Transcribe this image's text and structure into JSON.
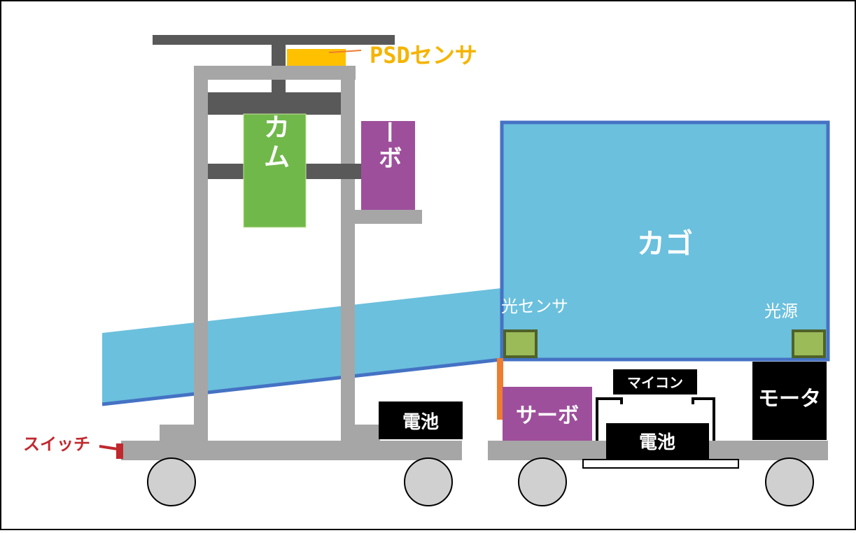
{
  "labels": {
    "psd_sensor": "PSDセンサ",
    "cam": "カム",
    "servo_top": "サーボ",
    "basket": "カゴ",
    "light_sensor": "光センサ",
    "light_source": "光源",
    "battery_left": "電池",
    "battery_right": "電池",
    "servo_bottom": "サーボ",
    "microcontroller": "マイコン",
    "motor": "モータ",
    "switch": "スイッチ"
  },
  "colors": {
    "frame_gray": "#a6a6a6",
    "dark_gray": "#595959",
    "psd_yellow": "#ffc000",
    "psd_text": "#f5b400",
    "cam_green": "#70b84a",
    "servo_purple": "#9e4f9c",
    "basket_blue": "#6bc0dd",
    "basket_border": "#4472c4",
    "sensor_green": "#9bbb59",
    "sensor_border": "#4f6228",
    "black": "#000000",
    "switch_red": "#c0282d",
    "orange_bar": "#ed7d31",
    "wheel_fill": "#d0d0d0"
  }
}
